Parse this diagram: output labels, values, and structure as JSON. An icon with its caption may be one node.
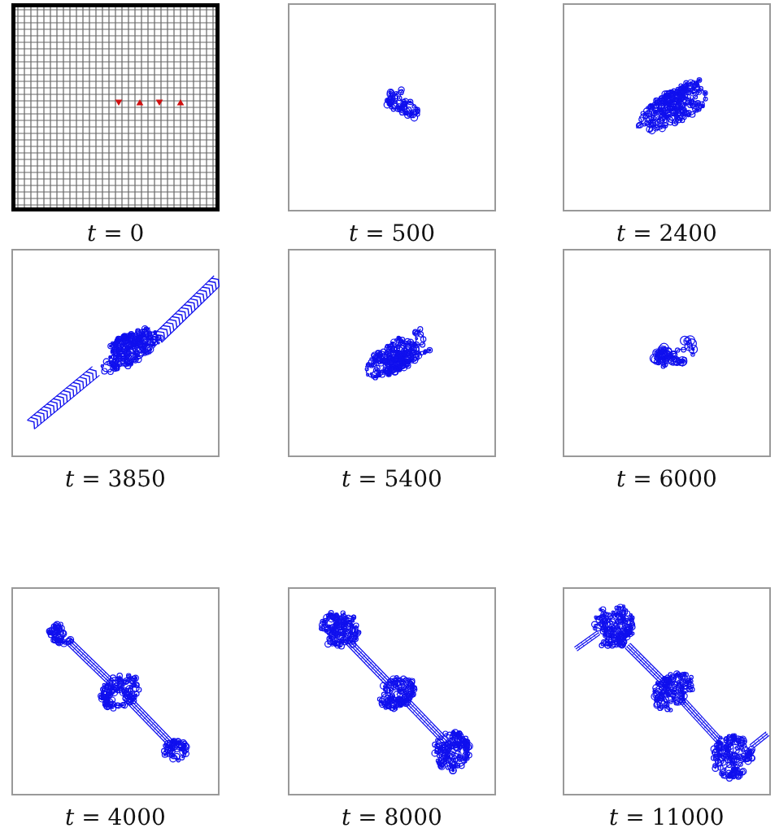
{
  "diagram": {
    "labels": [
      "*t* = 0",
      "*t* = 500",
      "*t* = 2400",
      "*t* = 3850",
      "*t* = 5400",
      "*t* = 6000",
      "*t* = 4000",
      "*t* = 8000",
      "*t* = 11000"
    ]
  }
}
